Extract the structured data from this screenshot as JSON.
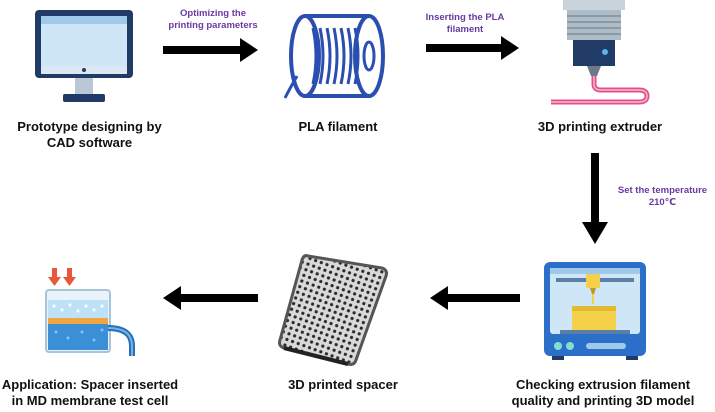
{
  "steps": {
    "cad": "Prototype designing by\nCAD software",
    "pla": "PLA filament",
    "extruder": "3D printing extruder",
    "check": "Checking extrusion filament\nquality and printing 3D model",
    "spacer": "3D printed spacer",
    "application": "Application: Spacer inserted\nin MD membrane test cell"
  },
  "arrow_notes": {
    "optimize": "Optimizing the\nprinting parameters",
    "insert": "Inserting the PLA\nfilament",
    "temperature": "Set the temperature\n210℃"
  },
  "colors": {
    "note_text": "#6a3aa0",
    "arrow": "#000000",
    "monitor_frame": "#1f3b66",
    "screen": "#cfe6f7",
    "filament": "#2a4fb0",
    "nozzle_pink": "#e0508a",
    "printer_body": "#2b6fc9",
    "printed_part": "#f5d04a",
    "water": "#3b8fd6",
    "down_arrows": "#e8573a"
  },
  "icons": {
    "cad": "computer-monitor-icon",
    "pla": "filament-spool-icon",
    "extruder": "extruder-nozzle-icon",
    "check": "3d-printer-icon",
    "spacer": "mesh-spacer-icon",
    "application": "membrane-test-cell-icon"
  }
}
